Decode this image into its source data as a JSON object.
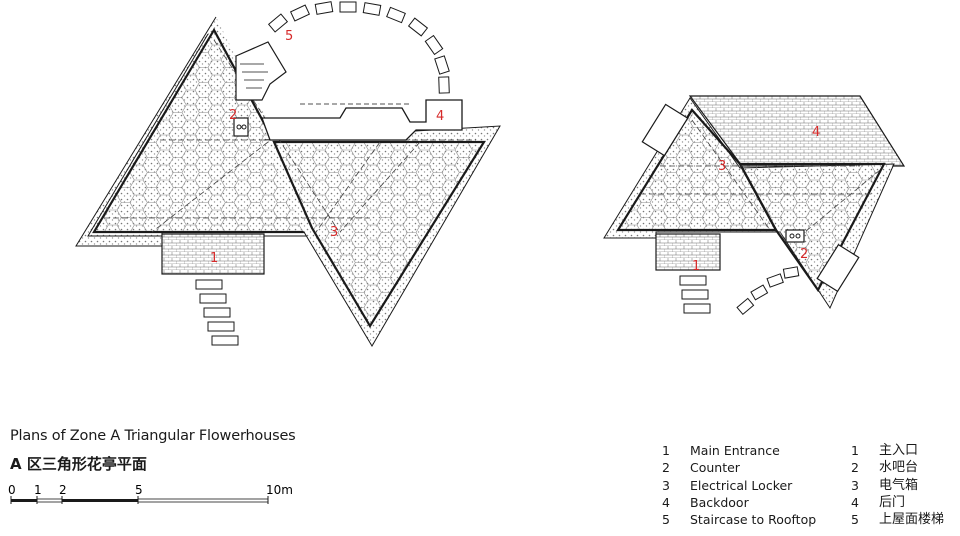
{
  "title": {
    "en": "Plans of Zone A Triangular Flowerhouses",
    "zh": "A 区三角形花亭平面"
  },
  "scale_bar": {
    "ticks": [
      "0",
      "1",
      "2",
      "5",
      "10m"
    ]
  },
  "legend": [
    {
      "num": "1",
      "en": "Main Entrance",
      "zh": "主入口"
    },
    {
      "num": "2",
      "en": "Counter",
      "zh": "水吧台"
    },
    {
      "num": "3",
      "en": "Electrical Locker",
      "zh": "电气箱"
    },
    {
      "num": "4",
      "en": "Backdoor",
      "zh": "后门"
    },
    {
      "num": "5",
      "en": "Staircase to Rooftop",
      "zh": "上屋面楼梯"
    }
  ],
  "plan_tags": {
    "left": [
      "1",
      "2",
      "3",
      "4",
      "5"
    ],
    "right": [
      "1",
      "2",
      "3",
      "4"
    ]
  },
  "colors": {
    "line": "#1a1a1a",
    "tag": "#d62a2a",
    "hatch": "#9a9a9a"
  }
}
